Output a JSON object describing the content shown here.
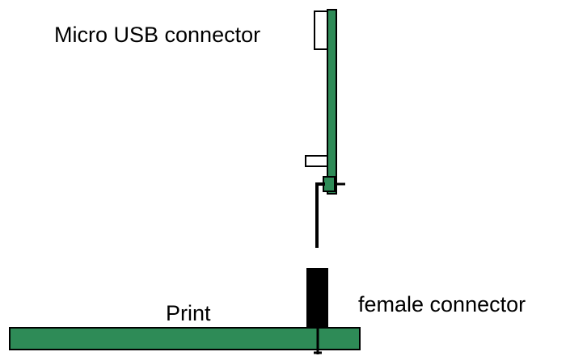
{
  "labels": {
    "micro_usb": "Micro USB connector",
    "female_connector": "female connector",
    "print": "Print"
  },
  "colors": {
    "pcb_green": "#2e8b57",
    "outline": "#000000",
    "connector_fill": "#ffffff",
    "header_black": "#000000"
  }
}
